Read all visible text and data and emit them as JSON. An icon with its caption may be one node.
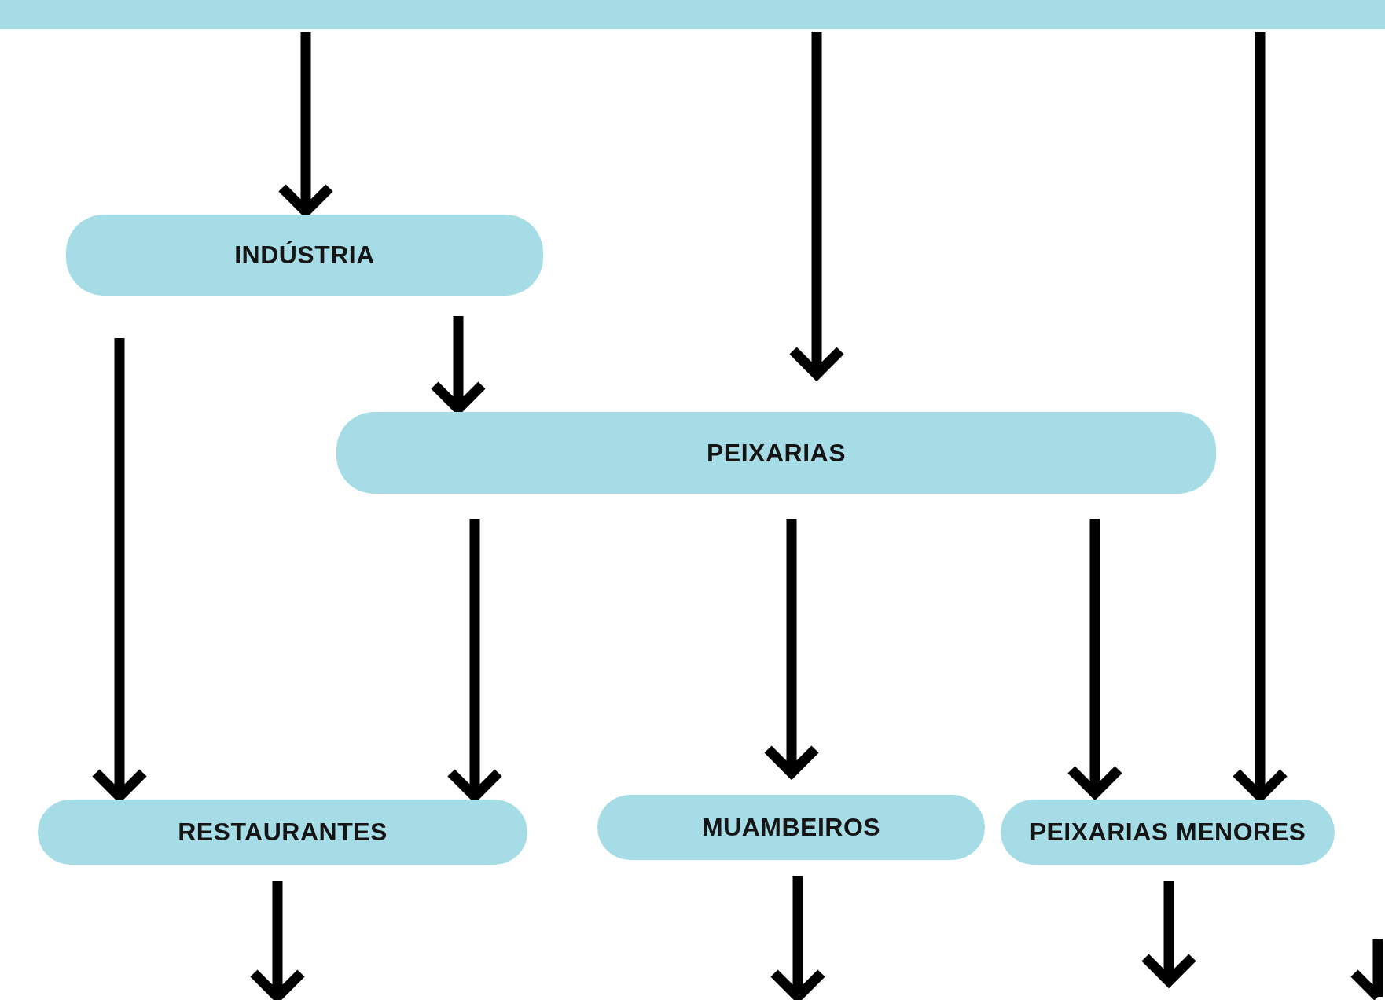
{
  "diagram": {
    "nodes": [
      {
        "text": [],
        "shape": "bar"
      },
      {
        "text": [
          "INDÚSTRIA"
        ]
      },
      {
        "text": [
          "PEIXARIAS"
        ]
      },
      {
        "text": [
          "RESTAURANTES"
        ]
      },
      {
        "text": [
          "MUAMBEIROS"
        ]
      },
      {
        "text": [
          "PEIXARIAS MENORES"
        ]
      }
    ],
    "edges": [
      {
        "from": 0,
        "to": 1,
        "arrow": "to"
      },
      {
        "from": 0,
        "to": 2,
        "arrow": "to"
      },
      {
        "from": 0,
        "to": 5,
        "arrow": "to"
      },
      {
        "from": 1,
        "to": 3,
        "arrow": "to"
      },
      {
        "from": 1,
        "to": 2,
        "arrow": "to"
      },
      {
        "from": 2,
        "to": 3,
        "arrow": "to"
      },
      {
        "from": 2,
        "to": 4,
        "arrow": "to"
      },
      {
        "from": 2,
        "to": 5,
        "arrow": "to"
      },
      {
        "from": 3,
        "to": null,
        "arrow": "to"
      },
      {
        "from": 4,
        "to": null,
        "arrow": "to"
      },
      {
        "from": 5,
        "to": null,
        "arrow": "to"
      }
    ]
  }
}
